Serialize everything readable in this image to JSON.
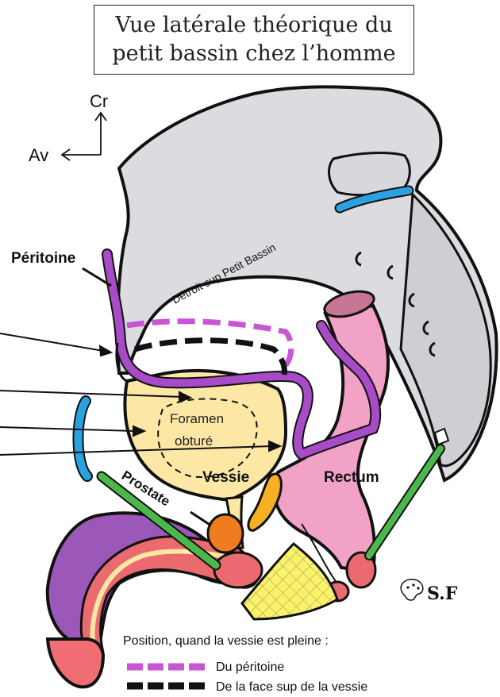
{
  "title": {
    "line1": "Vue latérale théorique du",
    "line2": "petit bassin chez l’homme"
  },
  "orientation": {
    "cranial": "Cr",
    "anterior": "Av"
  },
  "labels": {
    "peritoine": "Péritoine",
    "detroit": "Détroit sup Petit Bassin",
    "foramen_line1": "Foramen",
    "foramen_line2": "obturé",
    "vessie": "Vessie",
    "rectum": "Rectum",
    "prostate": "Prostate",
    "signature": "S.F"
  },
  "legend": {
    "heading": "Position, quand la vessie est pleine :",
    "items": [
      {
        "label": "Du péritoine",
        "color": "#c855d6",
        "style": "dashed"
      },
      {
        "label": "De la face sup de la vessie",
        "color": "#111111",
        "style": "dashed"
      }
    ]
  },
  "colors": {
    "bone": "#dcdbdf",
    "peritoneum": "#a84bc6",
    "bladder": "#fde7a5",
    "rectum": "#f1a2c6",
    "prostate": "#f07c1e",
    "penis": "#9c58b8",
    "ligament": "#4cb84c",
    "cartilage": "#2aa2e0",
    "glans": "#ef6d73"
  },
  "icons": [
    "palette-icon",
    "arrow-cranial-icon",
    "arrow-anterior-icon"
  ]
}
